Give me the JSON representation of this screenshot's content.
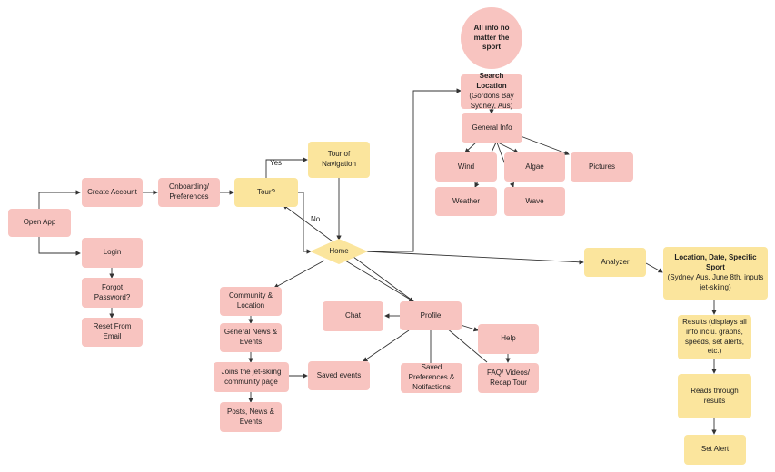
{
  "nodes": {
    "all_info": "All info no matter the sport",
    "search_title": "Search Location",
    "search_detail": "(Gordons Bay Sydney, Aus)",
    "general_info": "General Info",
    "wind": "Wind",
    "algae": "Algae",
    "pictures": "Pictures",
    "weather": "Weather",
    "wave": "Wave",
    "tour_nav": "Tour of Navigation",
    "open_app": "Open App",
    "create_account": "Create Account",
    "onboarding": "Onboarding/ Preferences",
    "tour": "Tour?",
    "login": "Login",
    "forgot_password": "Forgot Password?",
    "reset_email": "Reset From Email",
    "home": "Home",
    "analyzer": "Analyzer",
    "location_title": "Location, Date, Specific Sport",
    "location_detail": "(Sydney Aus, June 8th, inputs jet-skiing)",
    "community": "Community & Location",
    "general_news": "General News & Events",
    "joins": "Joins the jet-skiing community page",
    "posts": "Posts, News & Events",
    "chat": "Chat",
    "profile": "Profile",
    "help": "Help",
    "saved_events": "Saved events",
    "saved_prefs": "Saved Preferences & Notifactions",
    "faq": "FAQ/ Videos/ Recap Tour",
    "results": "Results (displays all info inclu. graphs, speeds, set alerts, etc.)",
    "reads": "Reads through results",
    "set_alert": "Set Alert"
  },
  "edge_labels": {
    "yes": "Yes",
    "no": "No"
  },
  "colors": {
    "pink": "#f8c4c0",
    "yellow": "#fbe59d",
    "line": "#333333"
  }
}
